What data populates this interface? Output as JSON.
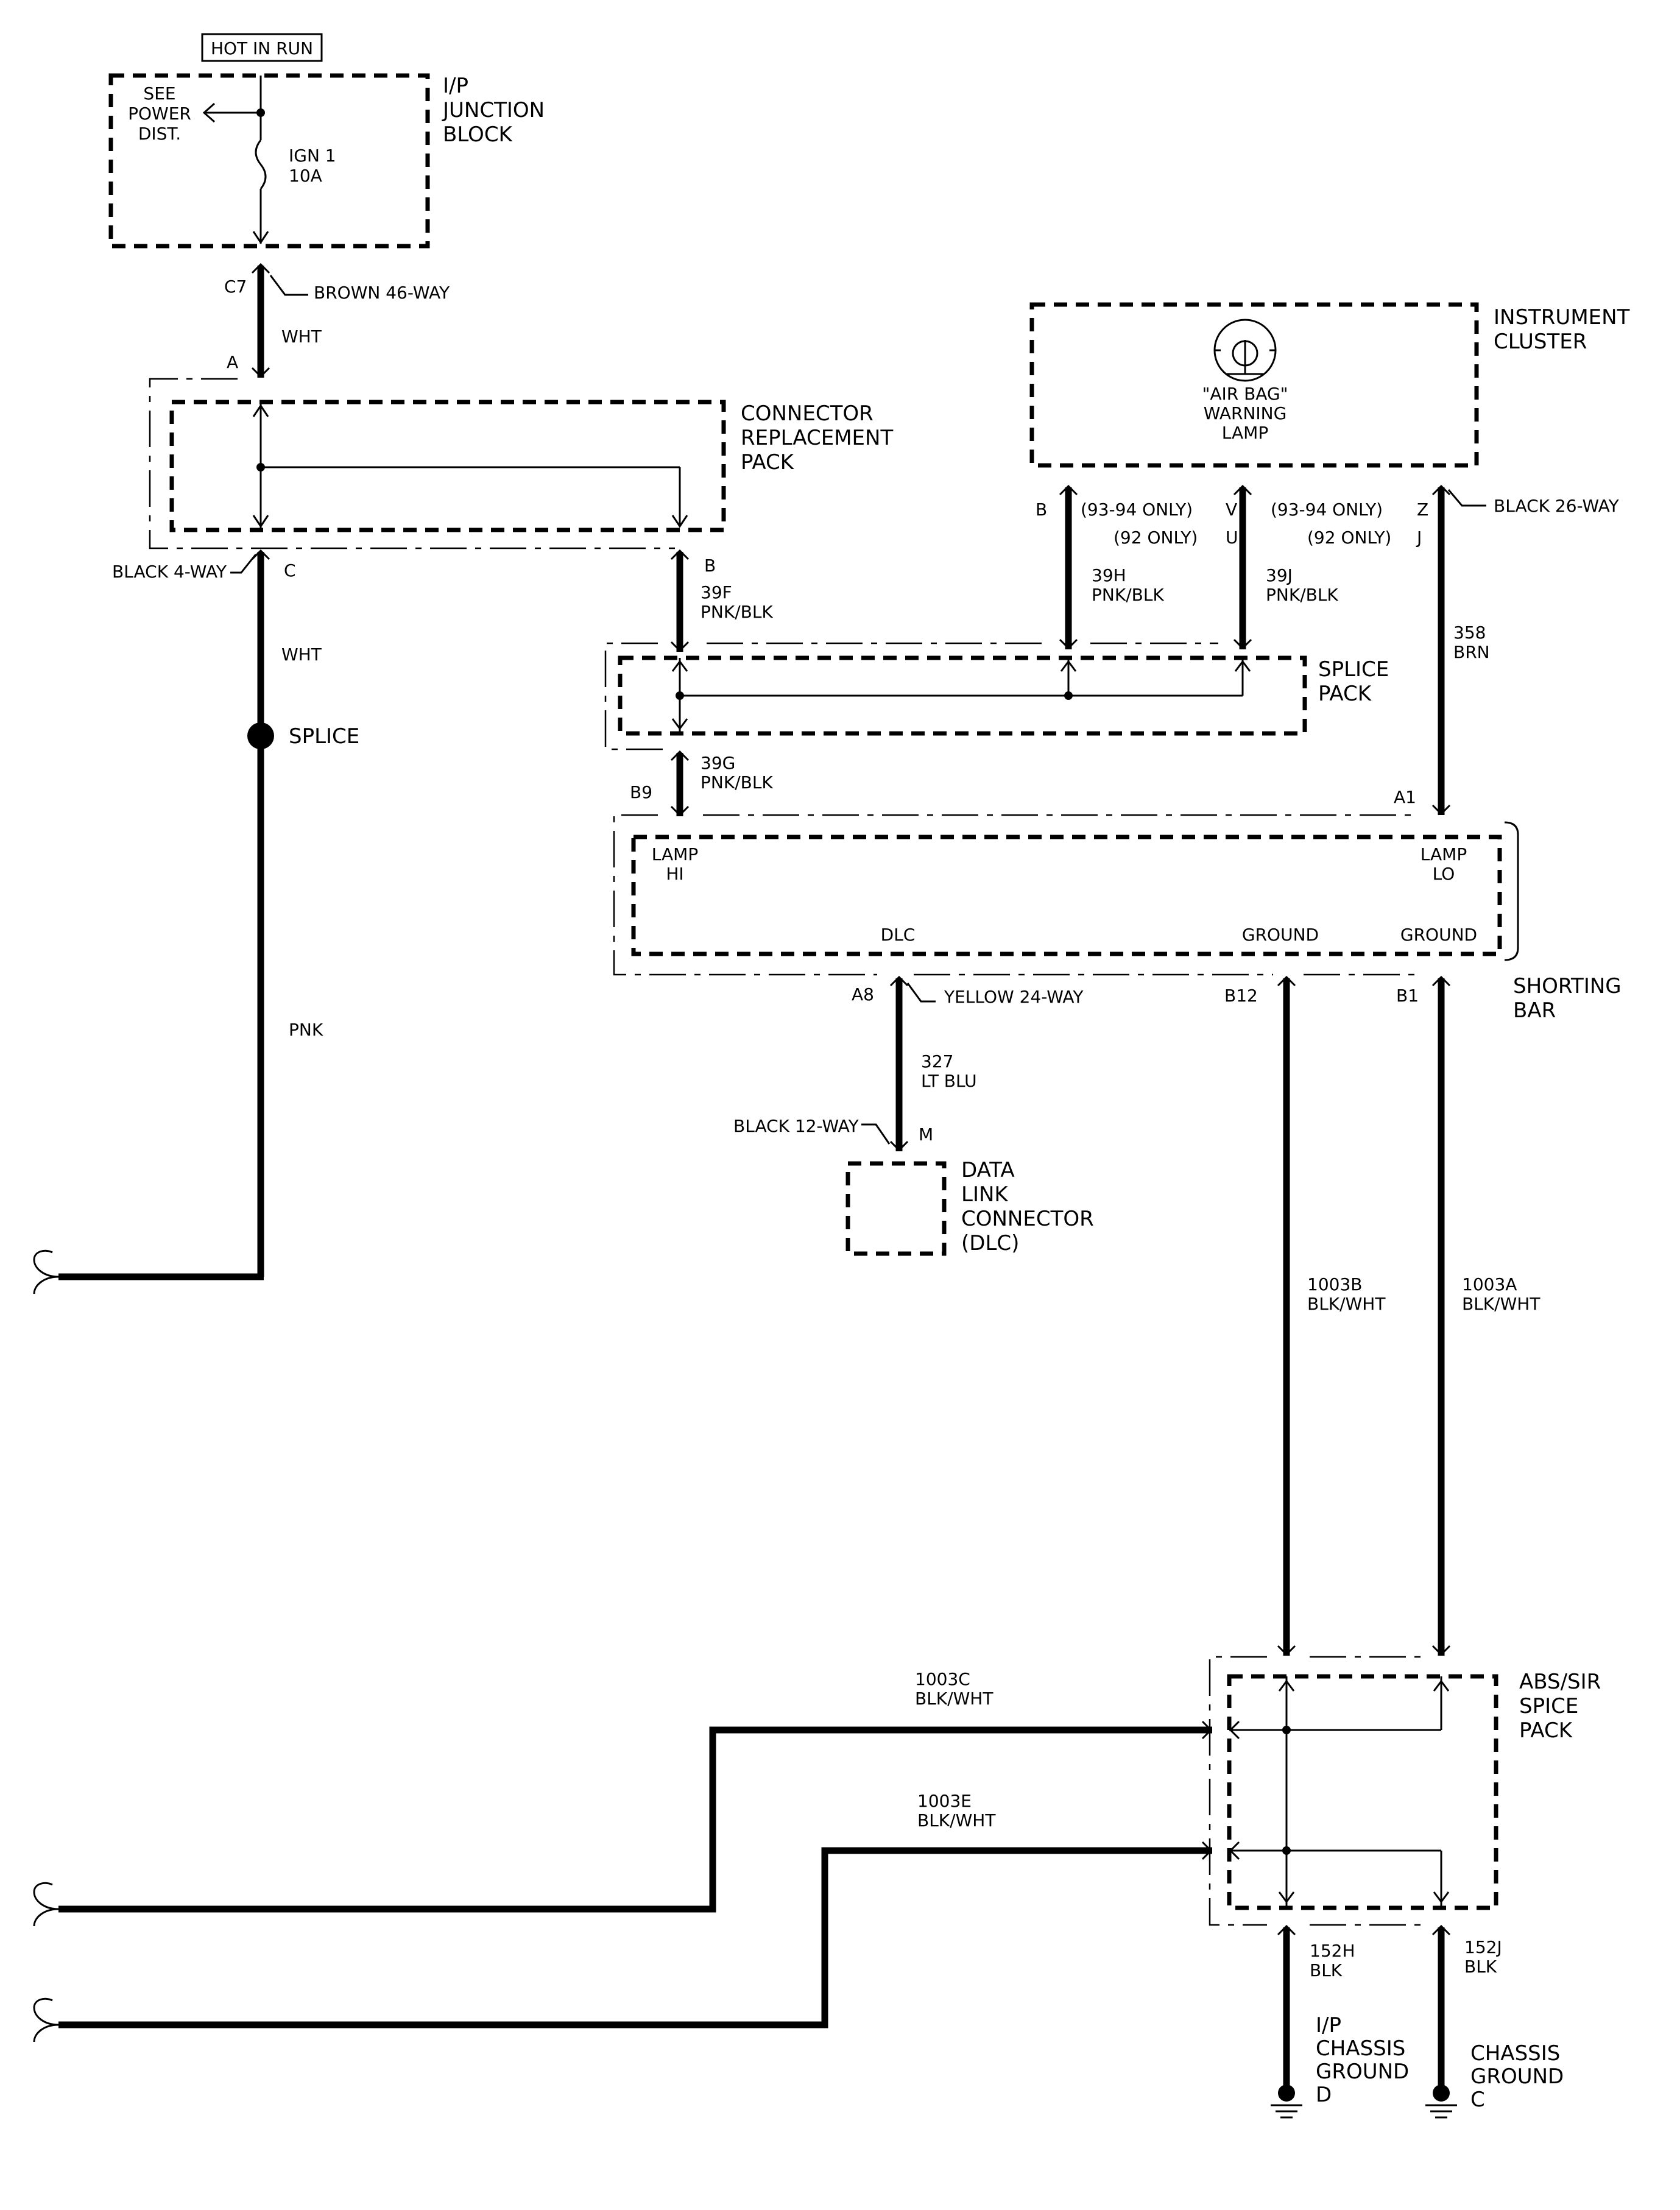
{
  "hot_label": "HOT IN RUN",
  "ip_block": {
    "name": [
      "I/P",
      "JUNCTION",
      "BLOCK"
    ],
    "see_power": [
      "SEE",
      "POWER",
      "DIST."
    ],
    "fuse": [
      "IGN 1",
      "10A"
    ]
  },
  "c7": {
    "pin": "C7",
    "connector": "BROWN 46-WAY",
    "color": "WHT"
  },
  "crp": {
    "name": [
      "CONNECTOR",
      "REPLACEMENT",
      "PACK"
    ],
    "pin_a": "A",
    "pin_b": "B",
    "pin_c": "C",
    "connector": "BLACK 4-WAY"
  },
  "wire_c_color": "WHT",
  "splice_label": "SPLICE",
  "pnk_label": "PNK",
  "wire_39f": [
    "39F",
    "PNK/BLK"
  ],
  "instrument_cluster": {
    "name": [
      "INSTRUMENT",
      "CLUSTER"
    ],
    "lamp": [
      "\"AIR BAG\"",
      "WARNING",
      "LAMP"
    ],
    "pin_b": "B",
    "pin_v": "V",
    "pin_u": "U",
    "pin_z": "Z",
    "pin_j": "J",
    "note_93_94_left": "(93-94 ONLY)",
    "note_92_left": "(92 ONLY)",
    "note_93_94_right": "(93-94 ONLY)",
    "note_92_right": "(92 ONLY)",
    "connector": "BLACK 26-WAY"
  },
  "wire_39h": [
    "39H",
    "PNK/BLK"
  ],
  "wire_39j": [
    "39J",
    "PNK/BLK"
  ],
  "wire_358": [
    "358",
    "BRN"
  ],
  "splice_pack": [
    "SPLICE",
    "PACK"
  ],
  "wire_39g": [
    "39G",
    "PNK/BLK"
  ],
  "shorting_bar": {
    "name": [
      "SHORTING",
      "BAR"
    ],
    "pin_b9": "B9",
    "pin_a1": "A1",
    "lamp_hi": [
      "LAMP",
      "HI"
    ],
    "lamp_lo": [
      "LAMP",
      "LO"
    ],
    "dlc": "DLC",
    "ground_1": "GROUND",
    "ground_2": "GROUND",
    "pin_a8": "A8",
    "pin_b12": "B12",
    "pin_b1": "B1",
    "connector": "YELLOW 24-WAY"
  },
  "wire_327": [
    "327",
    "LT BLU"
  ],
  "dlc_connector": {
    "connector": "BLACK 12-WAY",
    "pin_m": "M",
    "name": [
      "DATA",
      "LINK",
      "CONNECTOR",
      "(DLC)"
    ]
  },
  "wire_1003b": [
    "1003B",
    "BLK/WHT"
  ],
  "wire_1003a": [
    "1003A",
    "BLK/WHT"
  ],
  "wire_1003c": [
    "1003C",
    "BLK/WHT"
  ],
  "wire_1003e": [
    "1003E",
    "BLK/WHT"
  ],
  "abs_sir": [
    "ABS/SIR",
    "SPICE",
    "PACK"
  ],
  "wire_152h": [
    "152H",
    "BLK"
  ],
  "wire_152j": [
    "152J",
    "BLK"
  ],
  "ground_ip": [
    "I/P",
    "CHASSIS",
    "GROUND",
    "D"
  ],
  "ground_chassis": [
    "CHASSIS",
    "GROUND",
    "C"
  ]
}
